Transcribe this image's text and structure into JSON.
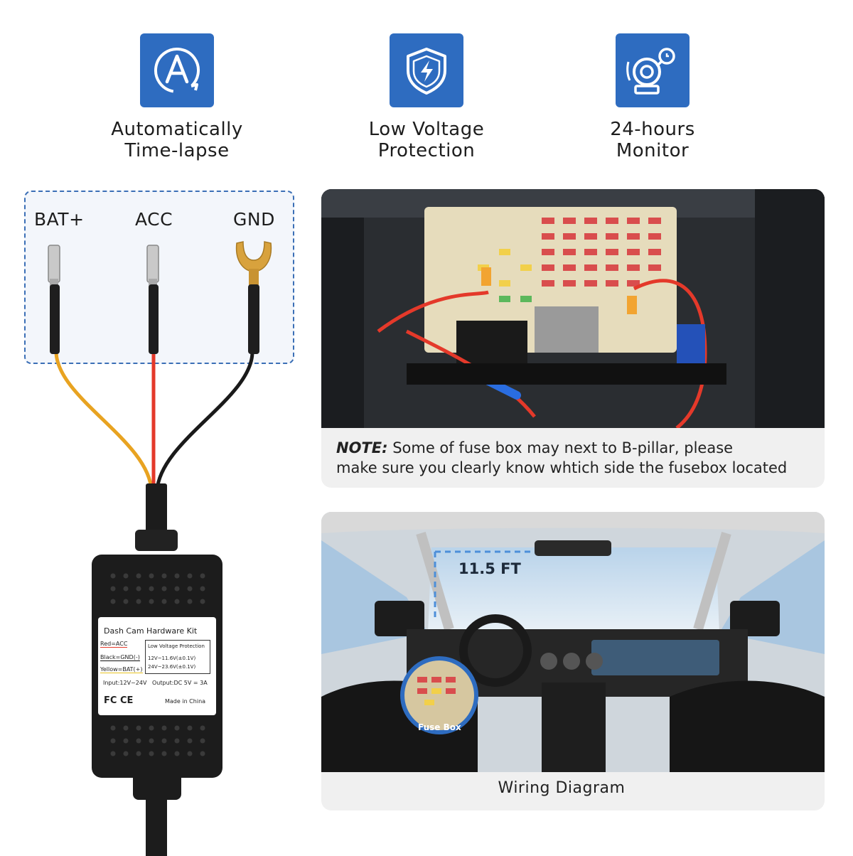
{
  "features": [
    {
      "icon": "auto-timelapse-icon",
      "line1": "Automatically",
      "line2": "Time-lapse"
    },
    {
      "icon": "shield-bolt-icon",
      "line1": "Low Voltage",
      "line2": "Protection"
    },
    {
      "icon": "camera-monitor-icon",
      "line1": "24-hours",
      "line2": "Monitor"
    }
  ],
  "wires": {
    "bat": "BAT+",
    "acc": "ACC",
    "gnd": "GND"
  },
  "wire_colors": {
    "yellow": "#e8a321",
    "red": "#e4392a",
    "black": "#1a1a1a"
  },
  "module_label": {
    "title": "Dash Cam Hardware Kit",
    "red": "Red=ACC",
    "black": "Black=GND(-)",
    "yellow": "Yellow=BAT(+)",
    "lvp_title": "Low Voltage Protection",
    "lvp_12": "12V~11.6V(±0.1V)",
    "lvp_24": "24V~23.6V(±0.1V)",
    "input": "Input:12V~24V",
    "output": "Output:DC 5V = 3A",
    "certs": "FC CE",
    "made": "Made in China"
  },
  "note_panel": {
    "note_label": "NOTE:",
    "line1": "Some of fuse box may next to B-pillar, please",
    "line2": "make sure you clearly know whtich side the fusebox located"
  },
  "wiring_panel": {
    "length": "11.5 FT",
    "fuse_box": "Fuse Box",
    "caption": "Wiring Diagram"
  },
  "accent_color": "#2e6cc0"
}
